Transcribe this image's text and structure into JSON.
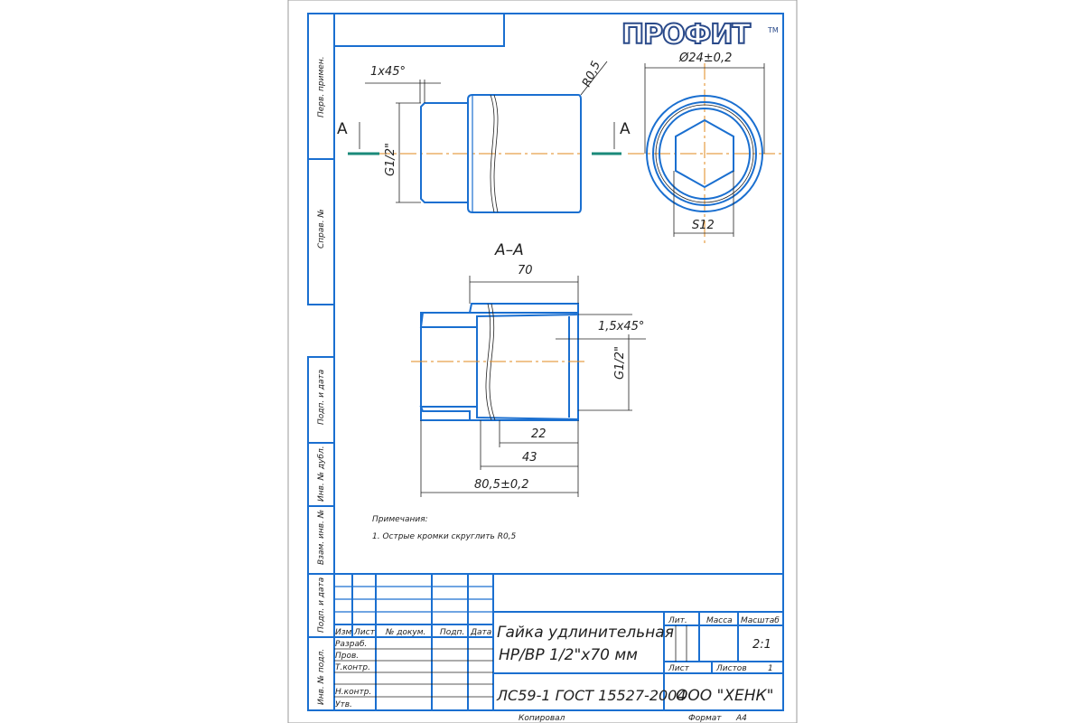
{
  "logo": {
    "text": "ПРОФИТ",
    "tm": "TM"
  },
  "side_labels": [
    "Перв. примен.",
    "Справ. №",
    "Подп. и дата",
    "Инв. № дубл.",
    "Взам. инв. №",
    "Подп. и дата",
    "Инв. № подл."
  ],
  "views": {
    "section_marker": "A",
    "section_title": "A–A",
    "dims": {
      "chamfer_outer": "1x45°",
      "radius": "R0,5",
      "thread_outer": "G1/2\"",
      "diameter": "Ø24±0,2",
      "hex": "S12",
      "length_70": "70",
      "chamfer_inner": "1,5x45°",
      "thread_inner": "G1/2\"",
      "len_22": "22",
      "len_43": "43",
      "total": "80,5±0,2"
    }
  },
  "notes": {
    "title": "Примечания:",
    "items": [
      "1. Острые кромки скруглить R0,5"
    ]
  },
  "title_block": {
    "headers": [
      "Изм",
      "Лист",
      "№ докум.",
      "Подп.",
      "Дата"
    ],
    "roles": [
      "Разраб.",
      "Пров.",
      "Т.контр.",
      "",
      "Н.контр.",
      "Утв."
    ],
    "name_line1": "Гайка удлинительная",
    "name_line2": "НР/ВР 1/2\"x70 мм",
    "material": "ЛС59-1 ГОСТ 15527-2004",
    "lit": "Лит.",
    "mass": "Масса",
    "scale_label": "Масштаб",
    "scale": "2:1",
    "sheet": "Лист",
    "sheets": "Листов",
    "sheets_value": "1",
    "company": "ООО \"ХЕНК\"",
    "copied": "Копировал",
    "format_label": "Формат",
    "format": "A4"
  }
}
